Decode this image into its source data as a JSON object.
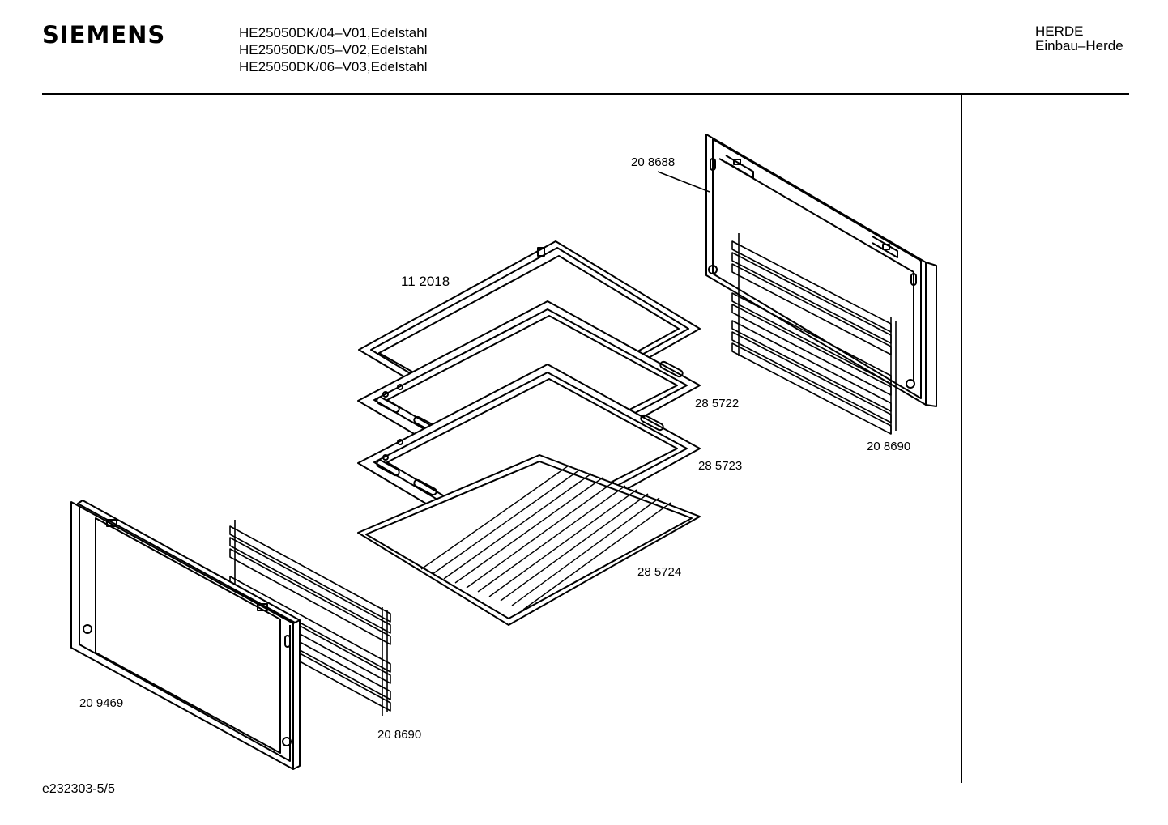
{
  "header": {
    "brand": "SIEMENS",
    "models": [
      "HE25050DK/04–V01,Edelstahl",
      "HE25050DK/05–V02,Edelstahl",
      "HE25050DK/06–V03,Edelstahl"
    ],
    "category": "HERDE",
    "subcategory": "Einbau–Herde"
  },
  "parts": {
    "rear_frame": "20 8688",
    "baking_tray": "11 2018",
    "tray_1": "28 5722",
    "tray_2": "28 5723",
    "rack": "28 5724",
    "rail_right": "20 8690",
    "rail_left": "20 8690",
    "front_frame": "20 9469"
  },
  "footer": {
    "code": "e232303-5/5"
  }
}
